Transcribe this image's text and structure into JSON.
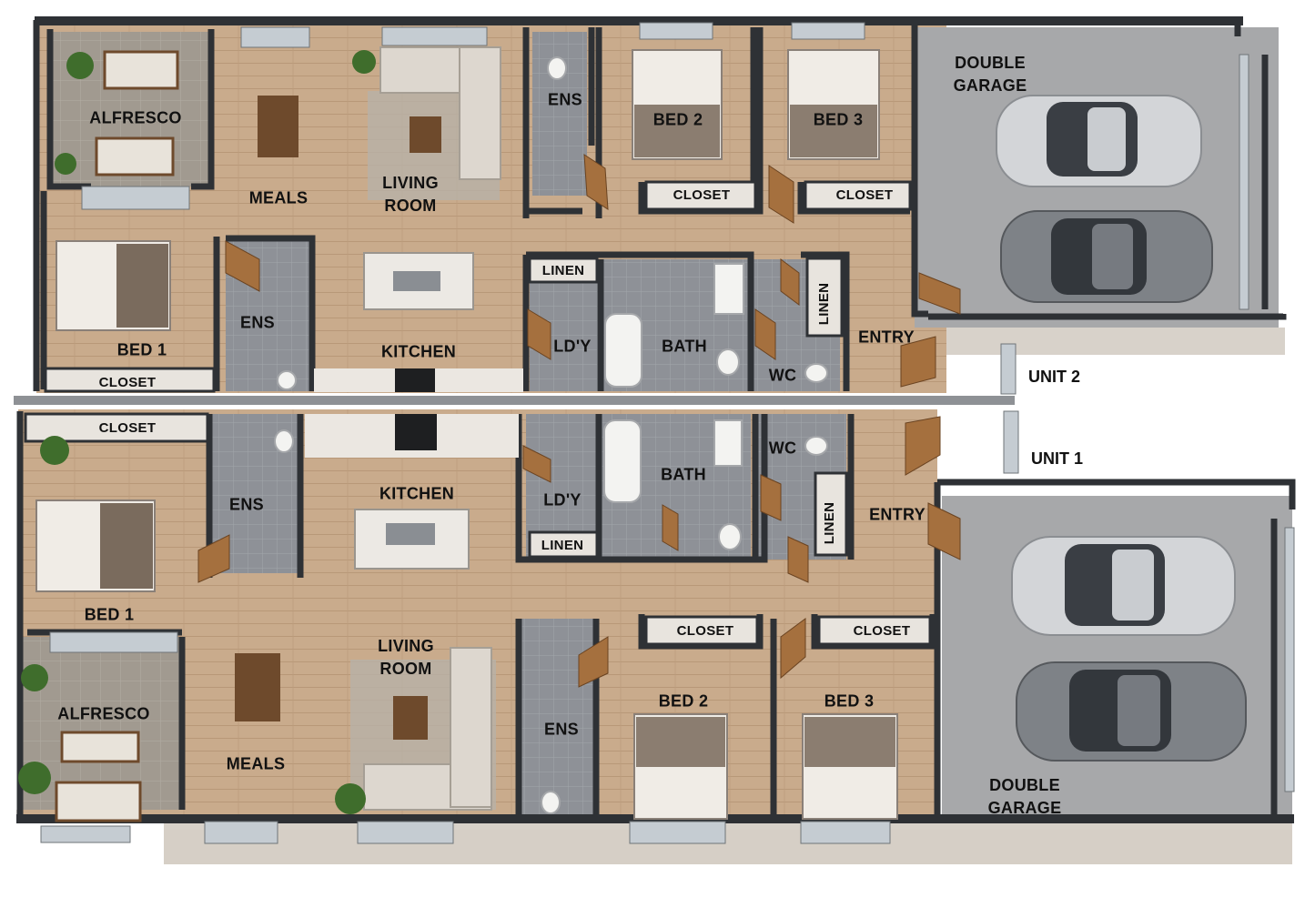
{
  "units": [
    {
      "label": "UNIT 2",
      "rooms": {
        "alfresco": "ALFRESCO",
        "meals": "MEALS",
        "living": "LIVING\nROOM",
        "kitchen": "KITCHEN",
        "bed1": "BED 1",
        "bed1_closet": "CLOSET",
        "ens_master": "ENS",
        "ens_top": "ENS",
        "bed2": "BED 2",
        "bed2_closet": "CLOSET",
        "bed3": "BED 3",
        "bed3_closet": "CLOSET",
        "linen_a": "LINEN",
        "laundry": "LD'Y",
        "bath": "BATH",
        "wc": "WC",
        "linen_b": "LINEN",
        "entry": "ENTRY",
        "garage": "DOUBLE\nGARAGE"
      }
    },
    {
      "label": "UNIT 1",
      "rooms": {
        "alfresco": "ALFRESCO",
        "meals": "MEALS",
        "living": "LIVING\nROOM",
        "kitchen": "KITCHEN",
        "bed1": "BED 1",
        "bed1_closet": "CLOSET",
        "ens_master": "ENS",
        "ens_bottom": "ENS",
        "bed2": "BED 2",
        "bed2_closet": "CLOSET",
        "bed3": "BED 3",
        "bed3_closet": "CLOSET",
        "linen_a": "LINEN",
        "laundry": "LD'Y",
        "bath": "BATH",
        "wc": "WC",
        "linen_b": "LINEN",
        "entry": "ENTRY",
        "garage": "DOUBLE\nGARAGE"
      }
    }
  ],
  "colors": {
    "wall": "#2e3135",
    "floor_wood": "#c9ab8c",
    "floor_tile": "#8d9096",
    "floor_garage": "#a7a8aa",
    "alfresco_floor": "#a19a90",
    "outer_wall_face": "#d8d2ca"
  }
}
